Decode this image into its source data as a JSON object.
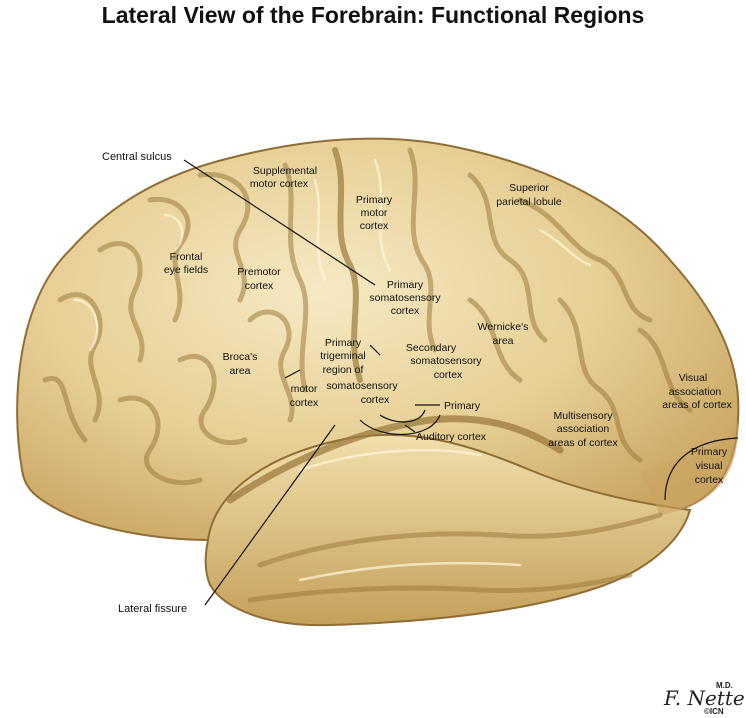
{
  "title": "Lateral View of the Forebrain: Functional Regions",
  "labels": {
    "central_sulcus": "Central sulcus",
    "lateral_fissure": "Lateral fissure",
    "supplemental_motor_1": "Supplemental",
    "supplemental_motor_2": "motor cortex",
    "primary_motor_1": "Primary",
    "primary_motor_2": "motor",
    "primary_motor_3": "cortex",
    "superior_parietal_1": "Superior",
    "superior_parietal_2": "parietal lobule",
    "frontal_eye_1": "Frontal",
    "frontal_eye_2": "eye fields",
    "premotor_1": "Premotor",
    "premotor_2": "cortex",
    "primary_soma_1": "Primary",
    "primary_soma_2": "somatosensory",
    "primary_soma_3": "cortex",
    "wernicke_1": "Wernicke's",
    "wernicke_2": "area",
    "broca_1": "Broca's",
    "broca_2": "area",
    "trigeminal_1": "Primary",
    "trigeminal_2": "trigeminal",
    "trigeminal_3": "region of",
    "trigeminal_4": "somatosensory",
    "trigeminal_5": "cortex",
    "secondary_soma_1": "Secondary",
    "secondary_soma_2": "somatosensory",
    "secondary_soma_3": "cortex",
    "motor_cortex_1": "motor",
    "motor_cortex_2": "cortex",
    "primary_aud": "Primary",
    "auditory": "Auditory cortex",
    "visual_assoc_1": "Visual",
    "visual_assoc_2": "association",
    "visual_assoc_3": "areas of cortex",
    "multisensory_1": "Multisensory",
    "multisensory_2": "association",
    "multisensory_3": "areas of cortex",
    "primary_visual_1": "Primary",
    "primary_visual_2": "visual",
    "primary_visual_3": "cortex"
  },
  "signature": {
    "name": "F. Netter",
    "suffix": "M.D.",
    "mark": "©ICN"
  },
  "colors": {
    "brain_fill": "#e6cf96",
    "brain_light": "#f4e6bd",
    "brain_shadow": "#b8944f",
    "sulcus": "#9c7a3c"
  }
}
